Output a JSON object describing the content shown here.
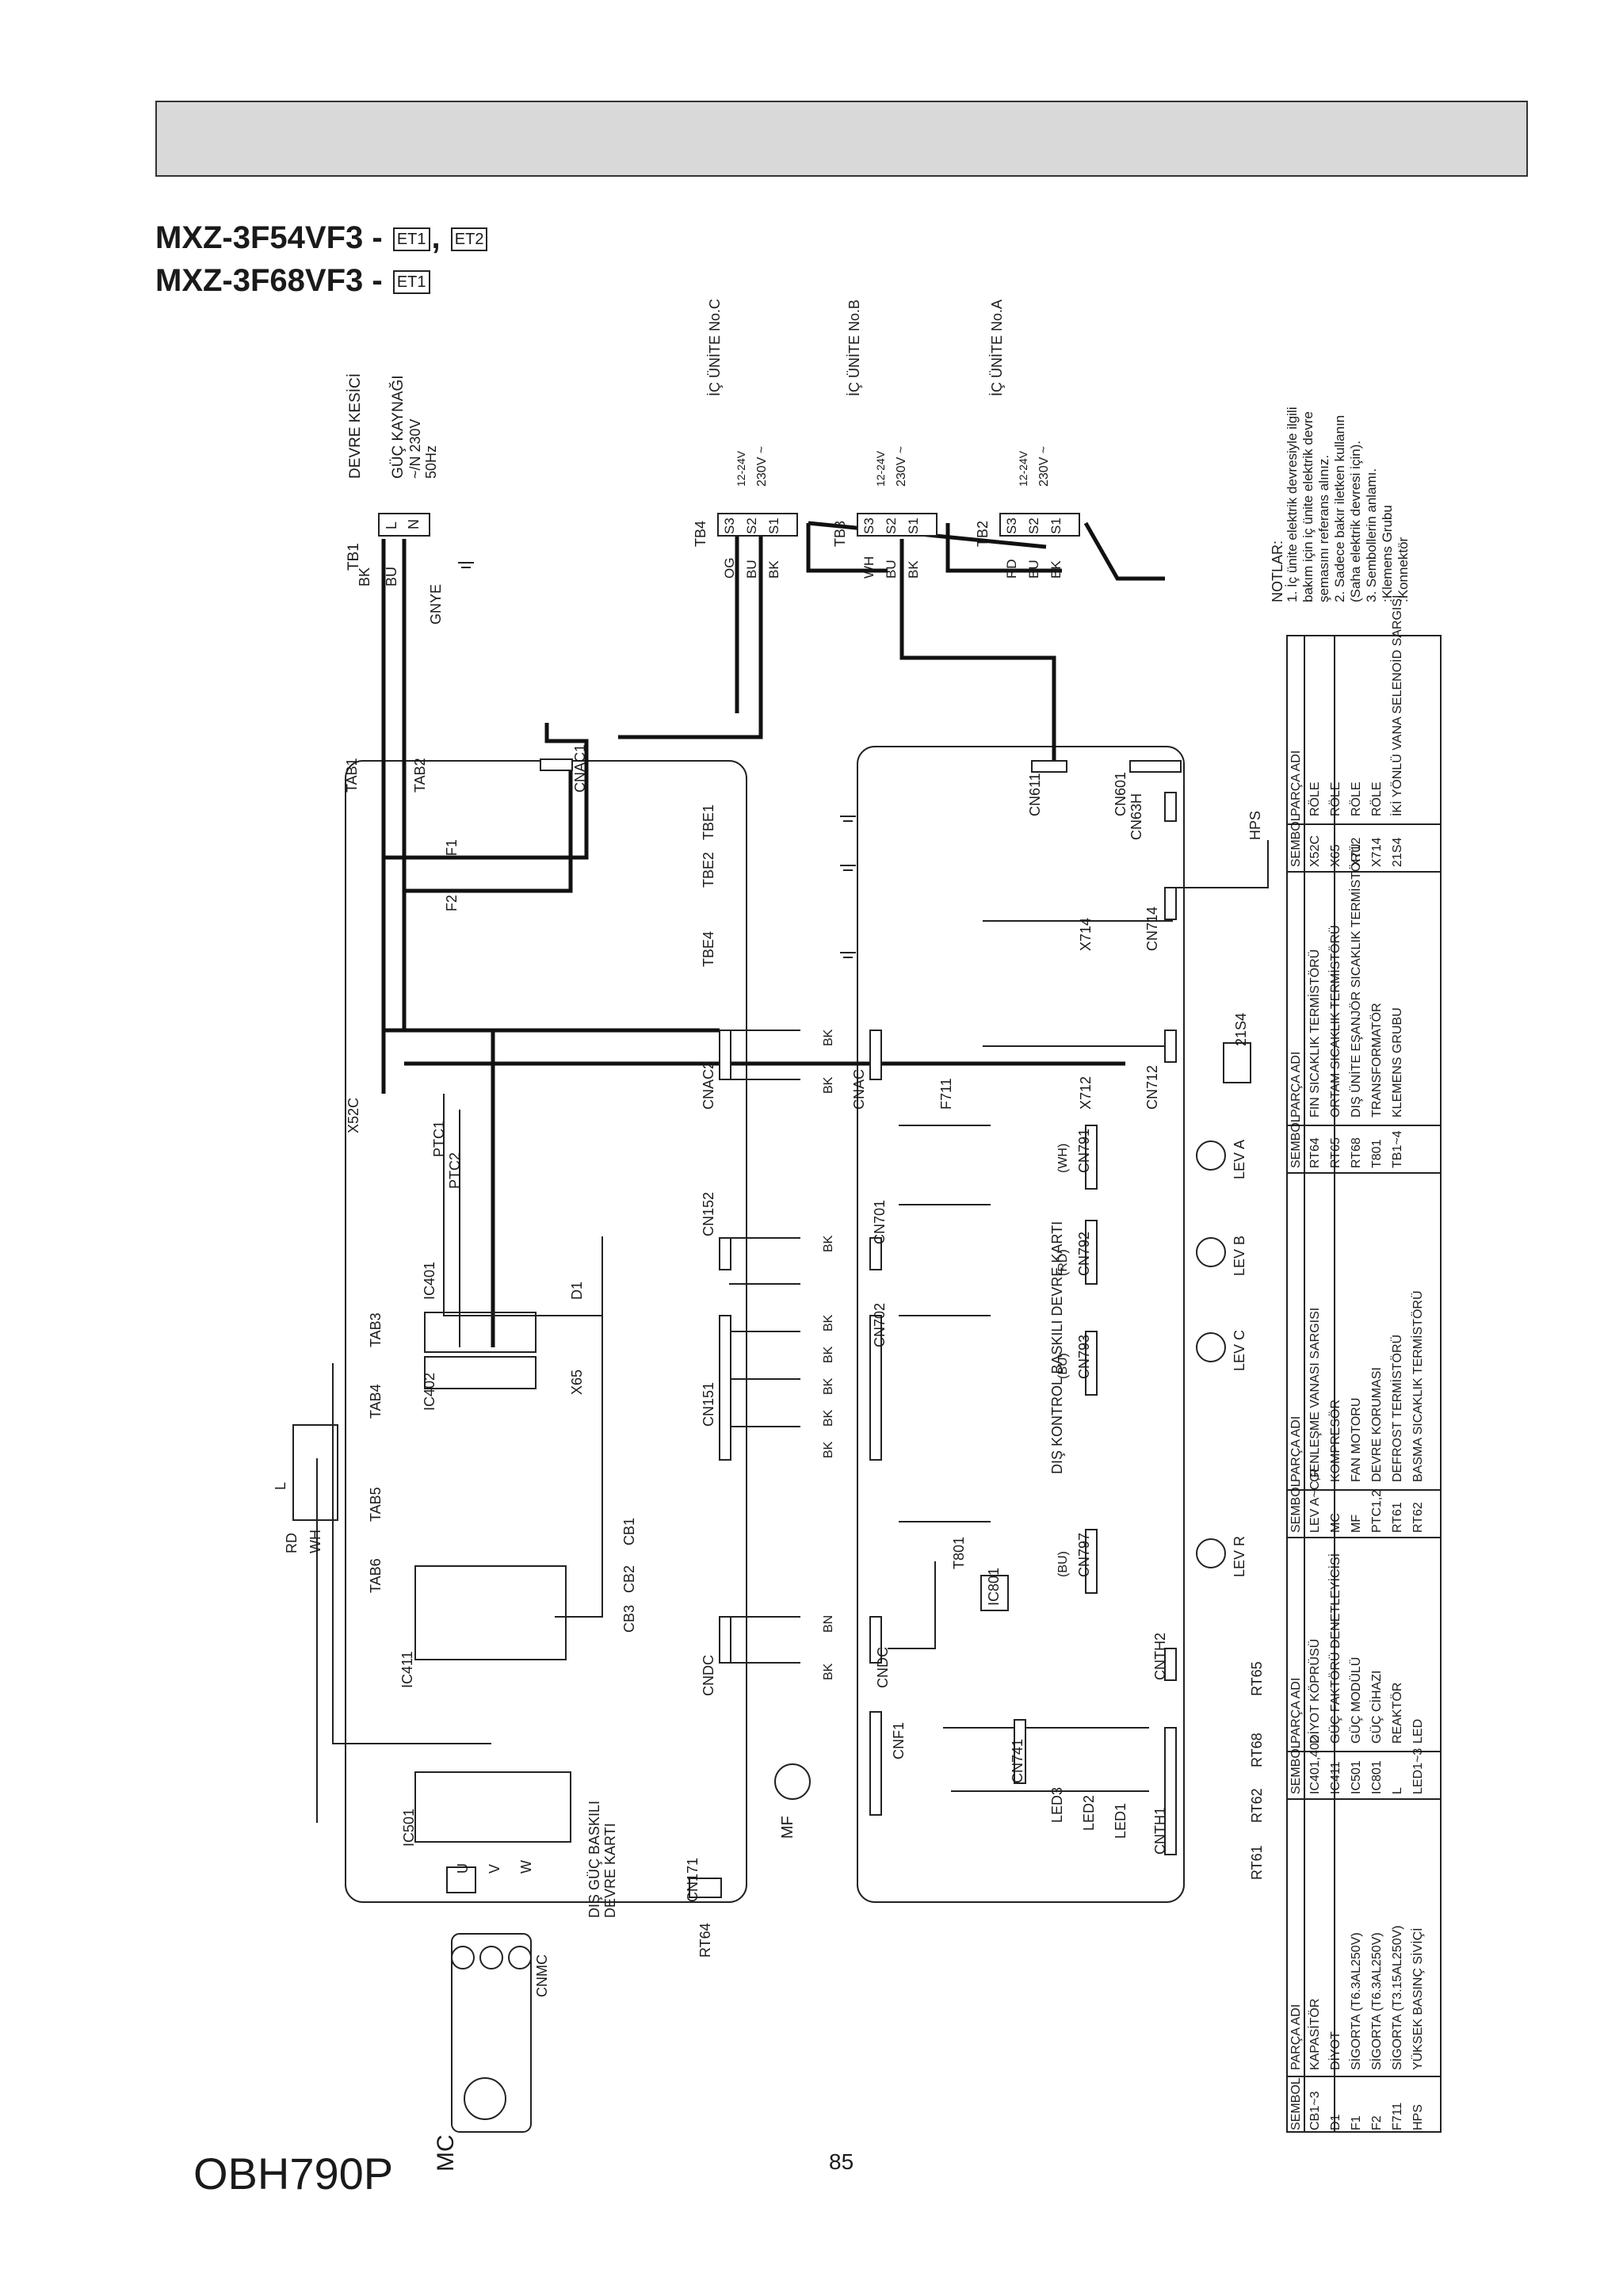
{
  "models": [
    {
      "model": "MXZ-3F54VF3 -",
      "badges": [
        "ET1",
        "ET2"
      ]
    },
    {
      "model": "MXZ-3F68VF3 -",
      "badges": [
        "ET1"
      ]
    }
  ],
  "power": {
    "tb1": "TB1",
    "breaker": "DEVRE KESİCİ",
    "supply": "GÜÇ KAYNAĞI",
    "supply_v": "~/N 230V",
    "supply_hz": "50Hz",
    "terms": [
      "L",
      "N"
    ],
    "wires": [
      "BK",
      "BU"
    ],
    "ground": "GNYE"
  },
  "terminals": [
    {
      "tb": "TB4",
      "unit": "İÇ ÜNİTE No.C",
      "wires": [
        "OG",
        "BU",
        "BK"
      ]
    },
    {
      "tb": "TB3",
      "unit": "İÇ ÜNİTE No.B",
      "wires": [
        "WH",
        "BU",
        "BK"
      ]
    },
    {
      "tb": "TB2",
      "unit": "İÇ ÜNİTE No.A",
      "wires": [
        "RD",
        "BU",
        "BK"
      ]
    }
  ],
  "terminal_pins": [
    "S3",
    "S2",
    "S1"
  ],
  "terminal_volts": [
    "12-24V",
    "230V ~"
  ],
  "notes": {
    "title": "NOTLAR:",
    "lines": [
      "1. İç ünite elektrik devresiyle ilgili",
      "bakım için iç ünite elektrik devre",
      "şemasını referans alınız.",
      "2. Sadece bakır iletken kullanın",
      "(Saha elektrik devresi için).",
      "3. Sembollerin anlamı.",
      ":Klemens Grubu",
      ":Konnektör"
    ]
  },
  "power_board": {
    "title": "DIŞ GÜÇ BASKILI",
    "title2": "DEVRE KARTI",
    "labels": [
      "TAB1",
      "TAB2",
      "F1",
      "F2",
      "CNAC1",
      "TBE1",
      "TBE2",
      "TBE4",
      "CNAC2",
      "X52C",
      "PTC1",
      "PTC2",
      "IC401",
      "IC402",
      "D1",
      "X65",
      "TAB3",
      "TAB4",
      "TAB5",
      "TAB6",
      "IC411",
      "CB1",
      "CB2",
      "CB3",
      "CNDC",
      "IC501",
      "CN152",
      "CN151",
      "CN171",
      "L",
      "RD",
      "WH"
    ],
    "uvw": [
      "U",
      "V",
      "W"
    ]
  },
  "control_board": {
    "title": "DIŞ KONTROL BASKILI DEVRE KARTI",
    "labels": [
      "CN611",
      "CN601",
      "CN63H",
      "HPS",
      "CN714",
      "X714",
      "CNAC",
      "F711",
      "X712",
      "CN712",
      "21S4",
      "CN701",
      "CN702",
      "CN791",
      "CN792",
      "CN793",
      "CN797",
      "T801",
      "IC801",
      "CNDC",
      "CN741",
      "CNF1",
      "CNTH1",
      "CNTH2",
      "LED1",
      "LED2",
      "LED3"
    ],
    "wire_labels": [
      "BK",
      "BK",
      "BK",
      "BK",
      "BK",
      "BK",
      "BK",
      "BK",
      "BN",
      "BK"
    ],
    "conn_colors": [
      "(WH)",
      "(RD)",
      "(BU)",
      "(BU)"
    ],
    "motors": [
      "LEV A",
      "LEV B",
      "LEV C",
      "LEV R"
    ],
    "sensors": [
      "RT61",
      "RT62",
      "RT68",
      "RT65",
      "RT64"
    ],
    "fan_motor": "MF",
    "compressor": "MC",
    "cnmc": "CNMC"
  },
  "parts_left": {
    "headers": [
      "SEMBOL",
      "PARÇA ADI"
    ],
    "rows": [
      [
        "CB1~3",
        "KAPASİTÖR"
      ],
      [
        "D1",
        "DİYOT"
      ],
      [
        "F1",
        "SİGORTA (T6.3AL250V)"
      ],
      [
        "F2",
        "SİGORTA (T6.3AL250V)"
      ],
      [
        "F711",
        "SİGORTA (T3.15AL250V)"
      ],
      [
        "HPS",
        "YÜKSEK BASINÇ SİVİÇİ"
      ]
    ]
  },
  "parts_mid1": {
    "headers": [
      "SEMBOL",
      "PARÇA ADI"
    ],
    "rows": [
      [
        "IC401,402",
        "DİYOT KÖPRÜSÜ"
      ],
      [
        "IC411",
        "GÜÇ FAKTÖRÜ DENETLEYİCİSİ"
      ],
      [
        "IC501",
        "GÜÇ MODÜLÜ"
      ],
      [
        "IC801",
        "GÜÇ CİHAZI"
      ],
      [
        "L",
        "REAKTÖR"
      ],
      [
        "LED1~3",
        "LED"
      ]
    ]
  },
  "parts_mid2": {
    "headers": [
      "SEMBOL",
      "PARÇA ADI"
    ],
    "rows": [
      [
        "LEV A~C,R",
        "GENLEŞME VANASI SARGISI"
      ],
      [
        "MC",
        "KOMPRESÖR"
      ],
      [
        "MF",
        "FAN MOTORU"
      ],
      [
        "PTC1,2",
        "DEVRE KORUMASI"
      ],
      [
        "RT61",
        "DEFROST TERMİSTÖRÜ"
      ],
      [
        "RT62",
        "BASMA SICAKLIK TERMİSTÖRÜ"
      ]
    ]
  },
  "parts_mid3": {
    "headers": [
      "SEMBOL",
      "PARÇA ADI"
    ],
    "rows": [
      [
        "RT64",
        "FIN SICAKLIK TERMİSTÖRÜ"
      ],
      [
        "RT65",
        "ORTAM SICAKLIK TERMİSTÖRÜ"
      ],
      [
        "RT68",
        "DIŞ ÜNİTE EŞANJÖR SICAKLIK TERMİSTÖRÜ"
      ],
      [
        "T801",
        "TRANSFORMATÖR"
      ],
      [
        "TB1~4",
        "KLEMENS GRUBU"
      ]
    ]
  },
  "parts_right": {
    "headers": [
      "SEMBOL",
      "PARÇA ADI"
    ],
    "rows": [
      [
        "X52C",
        "RÖLE"
      ],
      [
        "X65",
        "RÖLE"
      ],
      [
        "X712",
        "RÖLE"
      ],
      [
        "X714",
        "RÖLE"
      ],
      [
        "21S4",
        "İKİ YÖNLÜ VANA SELENOİD SARGISI"
      ]
    ]
  },
  "footer": {
    "code": "OBH790P",
    "page": "85"
  }
}
